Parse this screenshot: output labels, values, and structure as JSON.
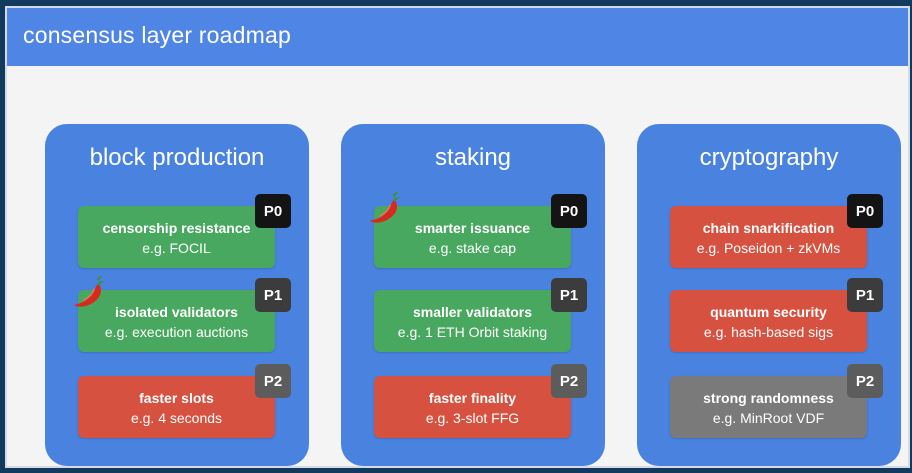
{
  "header": {
    "title": "consensus layer roadmap"
  },
  "columns": [
    {
      "title": "block production",
      "cards": [
        {
          "name": "censorship resistance",
          "example": "e.g. FOCIL",
          "priority": "P0",
          "color": "#49a85f",
          "badge_color": "#141414",
          "chili": false
        },
        {
          "name": "isolated validators",
          "example": "e.g. execution auctions",
          "priority": "P1",
          "color": "#49a85f",
          "badge_color": "#3c3c3c",
          "chili": true
        },
        {
          "name": "faster slots",
          "example": "e.g. 4 seconds",
          "priority": "P2",
          "color": "#d6513f",
          "badge_color": "#5c5c5c",
          "chili": false
        }
      ]
    },
    {
      "title": "staking",
      "cards": [
        {
          "name": "smarter issuance",
          "example": "e.g. stake cap",
          "priority": "P0",
          "color": "#49a85f",
          "badge_color": "#141414",
          "chili": true
        },
        {
          "name": "smaller validators",
          "example": "e.g. 1 ETH Orbit staking",
          "priority": "P1",
          "color": "#49a85f",
          "badge_color": "#3c3c3c",
          "chili": false
        },
        {
          "name": "faster finality",
          "example": "e.g. 3-slot FFG",
          "priority": "P2",
          "color": "#d6513f",
          "badge_color": "#5c5c5c",
          "chili": false
        }
      ]
    },
    {
      "title": "cryptography",
      "cards": [
        {
          "name": "chain snarkification",
          "example": "e.g. Poseidon + zkVMs",
          "priority": "P0",
          "color": "#d6513f",
          "badge_color": "#141414",
          "chili": false
        },
        {
          "name": "quantum security",
          "example": "e.g. hash-based sigs",
          "priority": "P1",
          "color": "#d6513f",
          "badge_color": "#3c3c3c",
          "chili": false
        },
        {
          "name": "strong randomness",
          "example": "e.g. MinRoot VDF",
          "priority": "P2",
          "color": "#7a7a7a",
          "badge_color": "#5c5c5c",
          "chili": false
        }
      ]
    }
  ]
}
